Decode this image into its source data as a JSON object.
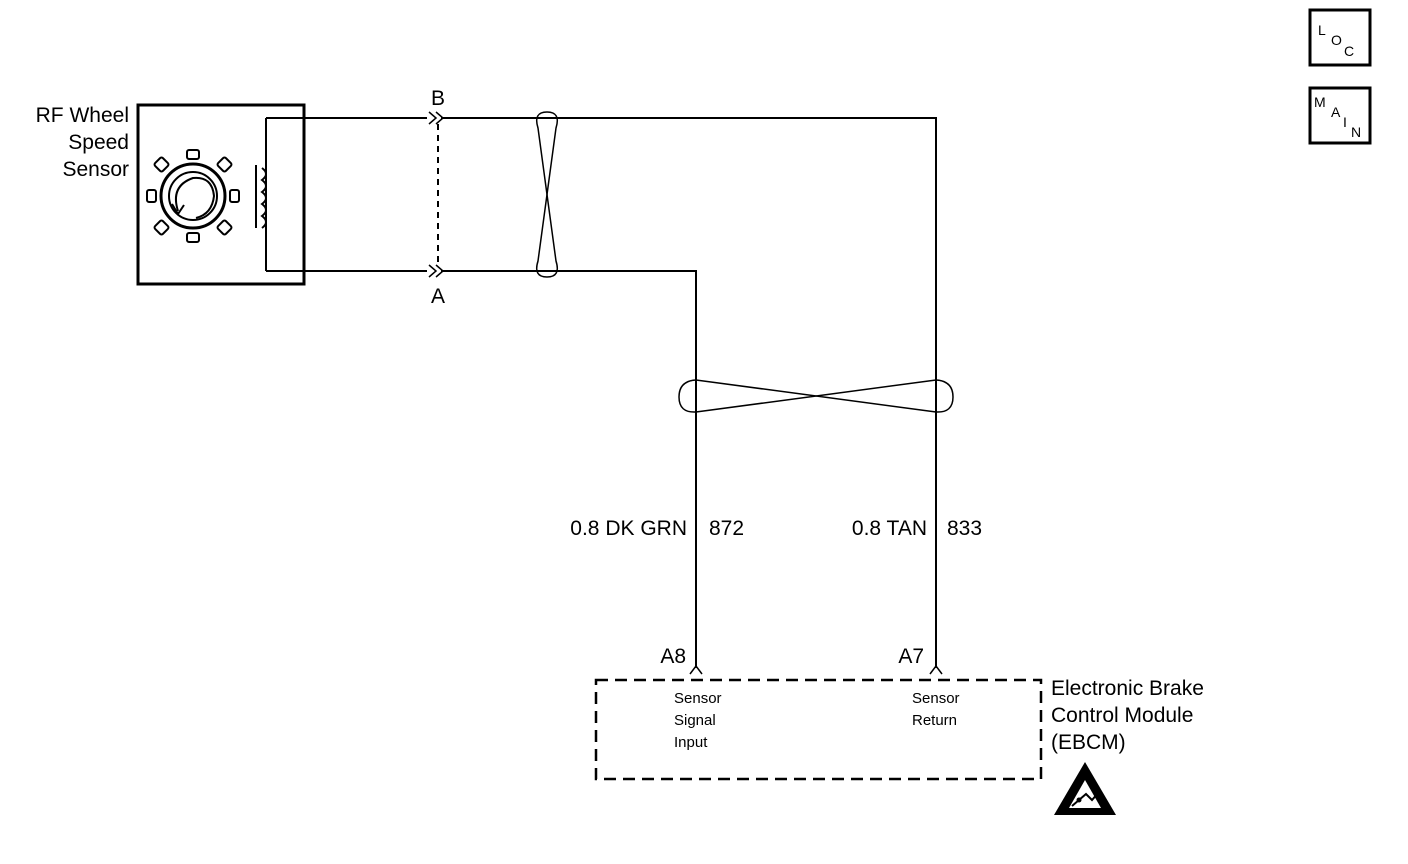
{
  "sensor": {
    "name_line1": "RF Wheel",
    "name_line2": "Speed",
    "name_line3": "Sensor"
  },
  "connectors": {
    "top": "B",
    "bottom": "A"
  },
  "wires": [
    {
      "gauge_color": "0.8 DK GRN",
      "circuit": "872",
      "pin": "A8"
    },
    {
      "gauge_color": "0.8 TAN",
      "circuit": "833",
      "pin": "A7"
    }
  ],
  "module": {
    "name_line1": "Electronic Brake",
    "name_line2": "Control Module",
    "name_line3": "(EBCM)",
    "terminal_a8_line1": "Sensor",
    "terminal_a8_line2": "Signal",
    "terminal_a8_line3": "Input",
    "terminal_a7_line1": "Sensor",
    "terminal_a7_line2": "Return"
  },
  "badges": {
    "loc": {
      "l": "L",
      "o": "O",
      "c": "C"
    },
    "main": {
      "m": "M",
      "a": "A",
      "i": "I",
      "n": "N"
    }
  },
  "icons": {
    "esd": "esd-warning-icon",
    "tone_wheel": "tone-wheel-icon",
    "coil": "coil-icon"
  }
}
